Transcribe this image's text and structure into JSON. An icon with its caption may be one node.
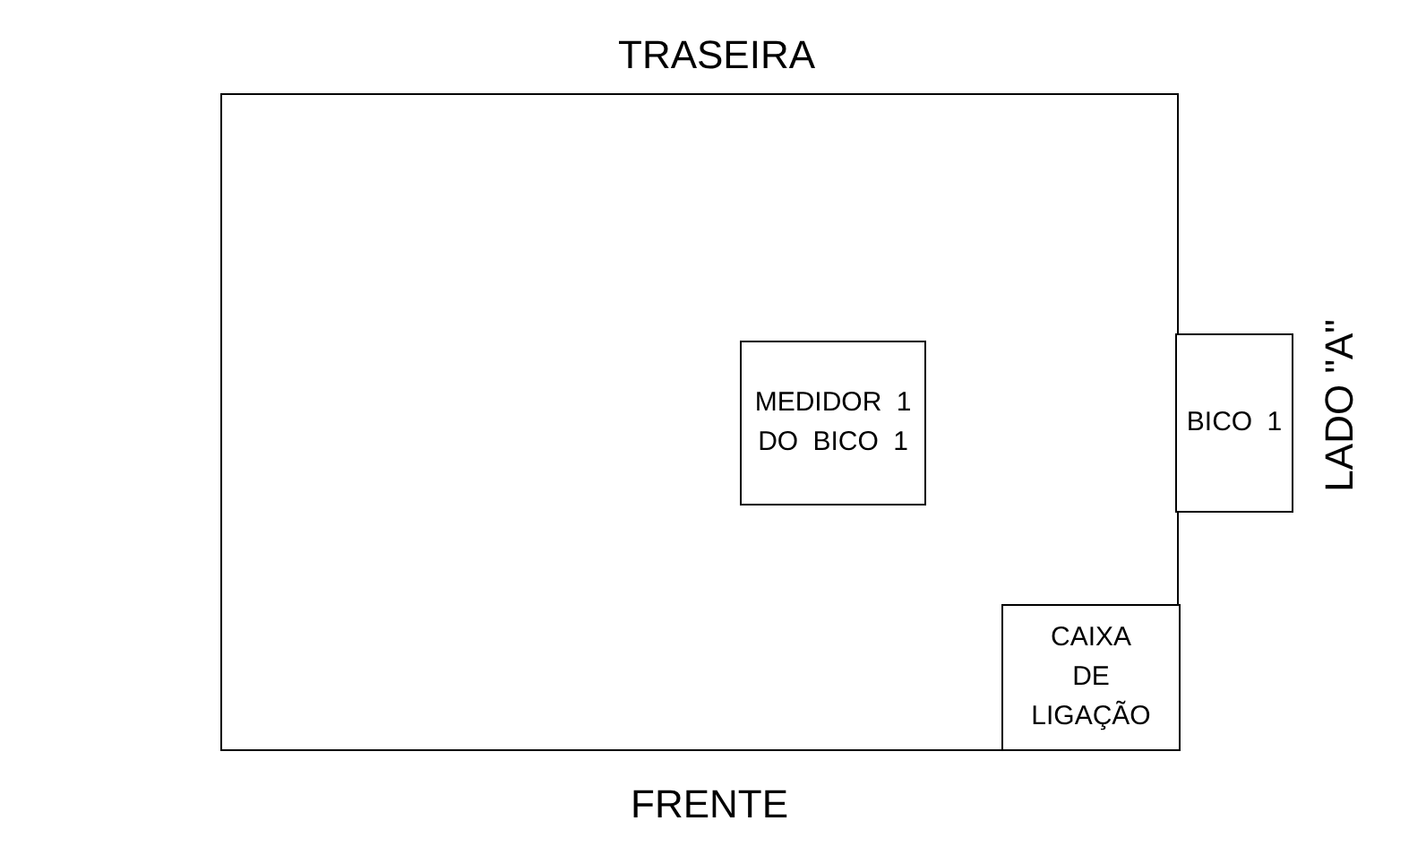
{
  "diagram": {
    "nodes": [
      {
        "text": [],
        "shape": "box"
      },
      {
        "text": [
          "MEDIDOR 1 DO BICO 1"
        ],
        "in": 0
      },
      {
        "text": [
          "BICO 1"
        ]
      },
      {
        "text": [
          "CAIXA DE LIGAÇÃO"
        ],
        "in": 0
      }
    ],
    "labels": [
      "TRASEIRA",
      "LADO \"A\"",
      "FRENTE"
    ]
  }
}
